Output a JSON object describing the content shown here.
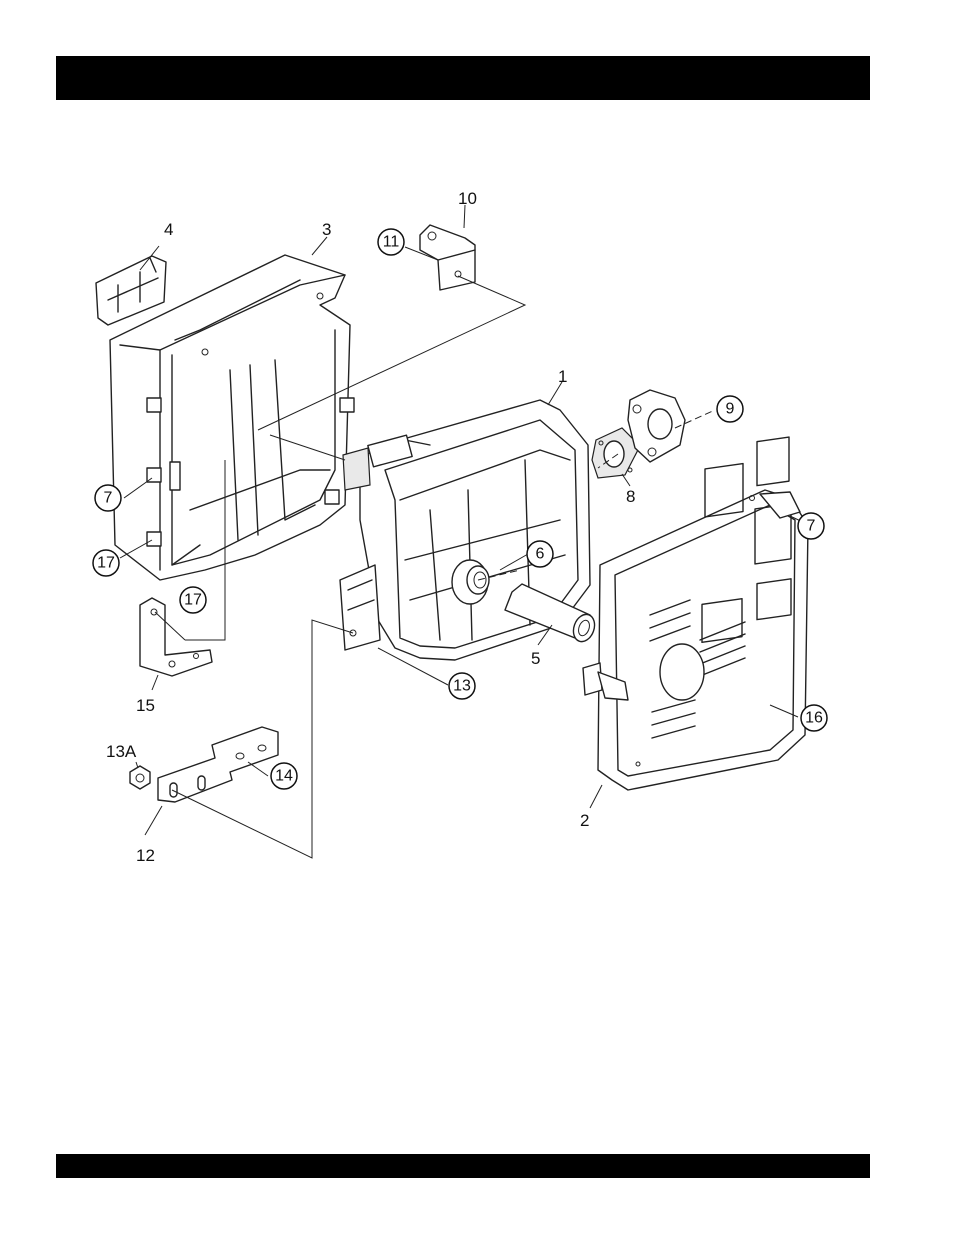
{
  "callouts": {
    "c1": "1",
    "c2": "2",
    "c3": "3",
    "c4": "4",
    "c5": "5",
    "c6": "6",
    "c7a": "7",
    "c7b": "7",
    "c8": "8",
    "c9": "9",
    "c10": "10",
    "c11": "11",
    "c12": "12",
    "c13": "13",
    "c13a": "13A",
    "c14": "14",
    "c15": "15",
    "c16": "16",
    "c17a": "17",
    "c17b": "17"
  },
  "colors": {
    "bar": "#000000",
    "ink": "#222222",
    "background": "#ffffff"
  }
}
